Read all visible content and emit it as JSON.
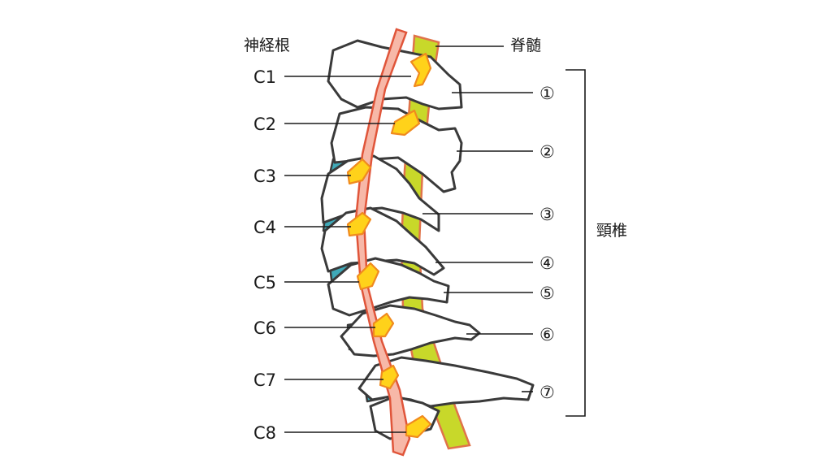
{
  "headers": {
    "nerve_root": "神経根",
    "spinal_cord": "脊髄",
    "cervical_vertebrae": "頸椎"
  },
  "nerve_roots": [
    "C1",
    "C2",
    "C3",
    "C4",
    "C5",
    "C6",
    "C7",
    "C8"
  ],
  "vertebrae": [
    "①",
    "②",
    "③",
    "④",
    "⑤",
    "⑥",
    "⑦"
  ],
  "colors": {
    "spinal_cord": "#c8d82a",
    "nerve_tube": "#f7b8a8",
    "nerve_root": "#ffd21a",
    "disc": "#3fa9b8",
    "bone": "#ffffff",
    "outline": "#3a3a3a"
  }
}
